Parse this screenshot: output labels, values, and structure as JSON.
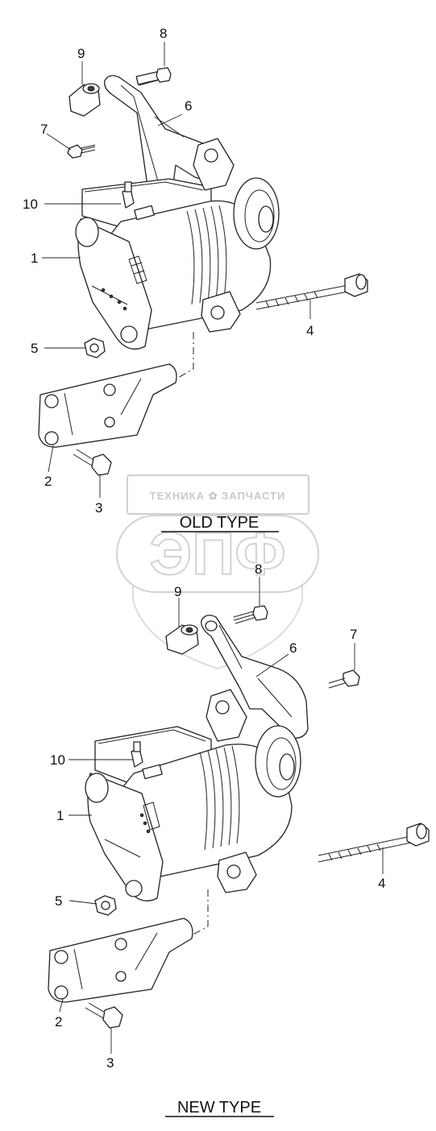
{
  "watermark": {
    "banner_text": "ТЕХНИКА ✿ ЗАПЧАСТИ",
    "big_text": "ЭПФ"
  },
  "sections": {
    "old_type": "OLD TYPE",
    "new_type": "NEW TYPE"
  },
  "labels": {
    "old": [
      "8",
      "9",
      "6",
      "7",
      "10",
      "1",
      "4",
      "5",
      "2",
      "3"
    ],
    "new": [
      "8",
      "9",
      "7",
      "6",
      "10",
      "1",
      "4",
      "5",
      "2",
      "3"
    ]
  },
  "colors": {
    "line": "#222222",
    "watermark": "#cccccc"
  }
}
